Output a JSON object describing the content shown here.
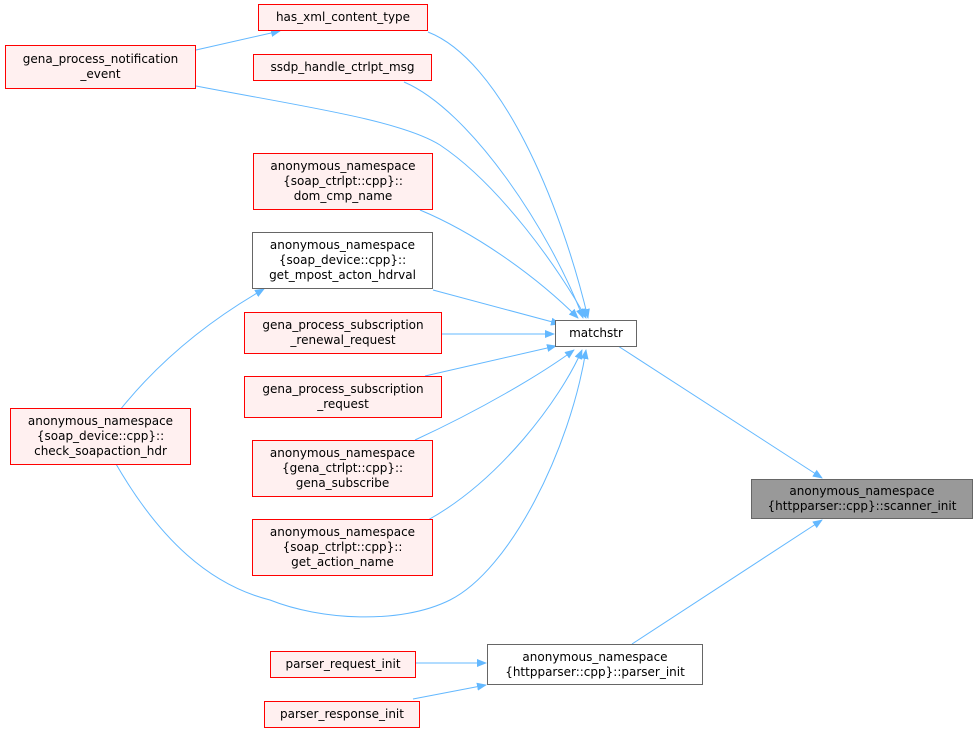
{
  "colors": {
    "edge": "#63b8ff",
    "red_border": "#ff0000",
    "red_fill": "#fff0f0",
    "gray_border": "#666666",
    "focus_fill": "#999999"
  },
  "nodes": {
    "has_xml": {
      "lines": [
        "has_xml_content_type"
      ]
    },
    "gena_notif": {
      "lines": [
        "gena_process_notification",
        "_event"
      ]
    },
    "ssdp": {
      "lines": [
        "ssdp_handle_ctrlpt_msg"
      ]
    },
    "dom_cmp": {
      "lines": [
        "anonymous_namespace",
        "{soap_ctrlpt::cpp}::",
        "dom_cmp_name"
      ]
    },
    "get_mpost": {
      "lines": [
        "anonymous_namespace",
        "{soap_device::cpp}::",
        "get_mpost_acton_hdrval"
      ]
    },
    "renewal": {
      "lines": [
        "gena_process_subscription",
        "_renewal_request"
      ]
    },
    "sub_req": {
      "lines": [
        "gena_process_subscription",
        "_request"
      ]
    },
    "gena_sub": {
      "lines": [
        "anonymous_namespace",
        "{gena_ctrlpt::cpp}::",
        "gena_subscribe"
      ]
    },
    "get_action": {
      "lines": [
        "anonymous_namespace",
        "{soap_ctrlpt::cpp}::",
        "get_action_name"
      ]
    },
    "check_soap": {
      "lines": [
        "anonymous_namespace",
        "{soap_device::cpp}::",
        "check_soapaction_hdr"
      ]
    },
    "matchstr": {
      "lines": [
        "matchstr"
      ]
    },
    "scanner": {
      "lines": [
        "anonymous_namespace",
        "{httpparser::cpp}::scanner_init"
      ]
    },
    "parser_init": {
      "lines": [
        "anonymous_namespace",
        "{httpparser::cpp}::parser_init"
      ]
    },
    "req_init": {
      "lines": [
        "parser_request_init"
      ]
    },
    "resp_init": {
      "lines": [
        "parser_response_init"
      ]
    }
  }
}
